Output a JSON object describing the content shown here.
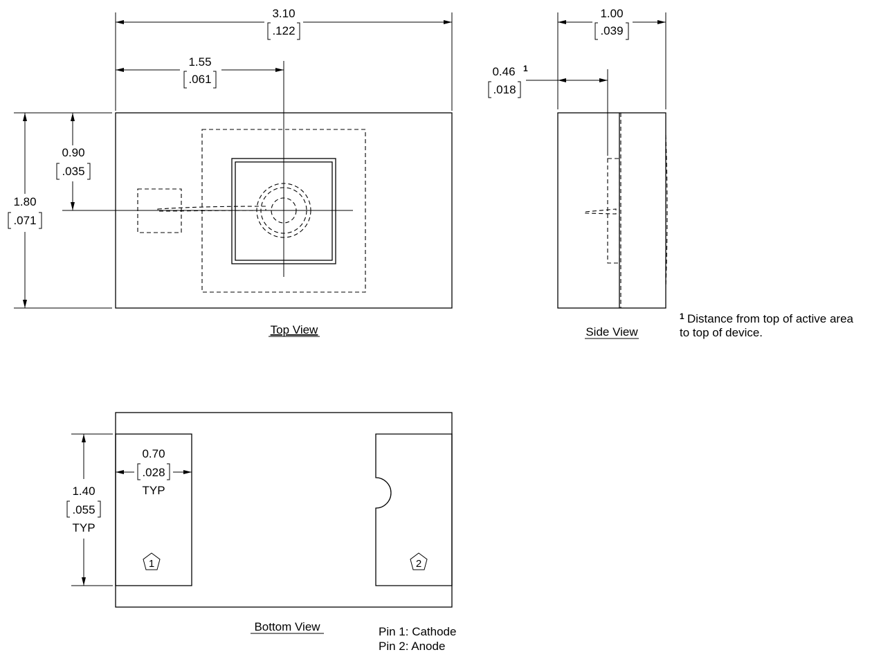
{
  "top_view": {
    "title": "Top View",
    "width_mm": "3.10",
    "width_in": ".122",
    "center_mm": "1.55",
    "center_in": ".061",
    "height_mm": "1.80",
    "height_in": ".071",
    "center_v_mm": "0.90",
    "center_v_in": ".035"
  },
  "side_view": {
    "title": "Side View",
    "thickness_mm": "1.00",
    "thickness_in": ".039",
    "active_mm": "0.46",
    "active_sup": "1",
    "active_in": ".018"
  },
  "footnote": {
    "mark": "1",
    "line1": "Distance from top of active area",
    "line2": "to top of device."
  },
  "bottom_view": {
    "title": "Bottom View",
    "pad_w_mm": "0.70",
    "pad_w_in": ".028",
    "pad_w_typ": "TYP",
    "pad_h_mm": "1.40",
    "pad_h_in": ".055",
    "pad_h_typ": "TYP",
    "pin1_marker": "1",
    "pin2_marker": "2"
  },
  "pins": {
    "pin1": "Pin 1: Cathode",
    "pin2": "Pin 2: Anode"
  }
}
